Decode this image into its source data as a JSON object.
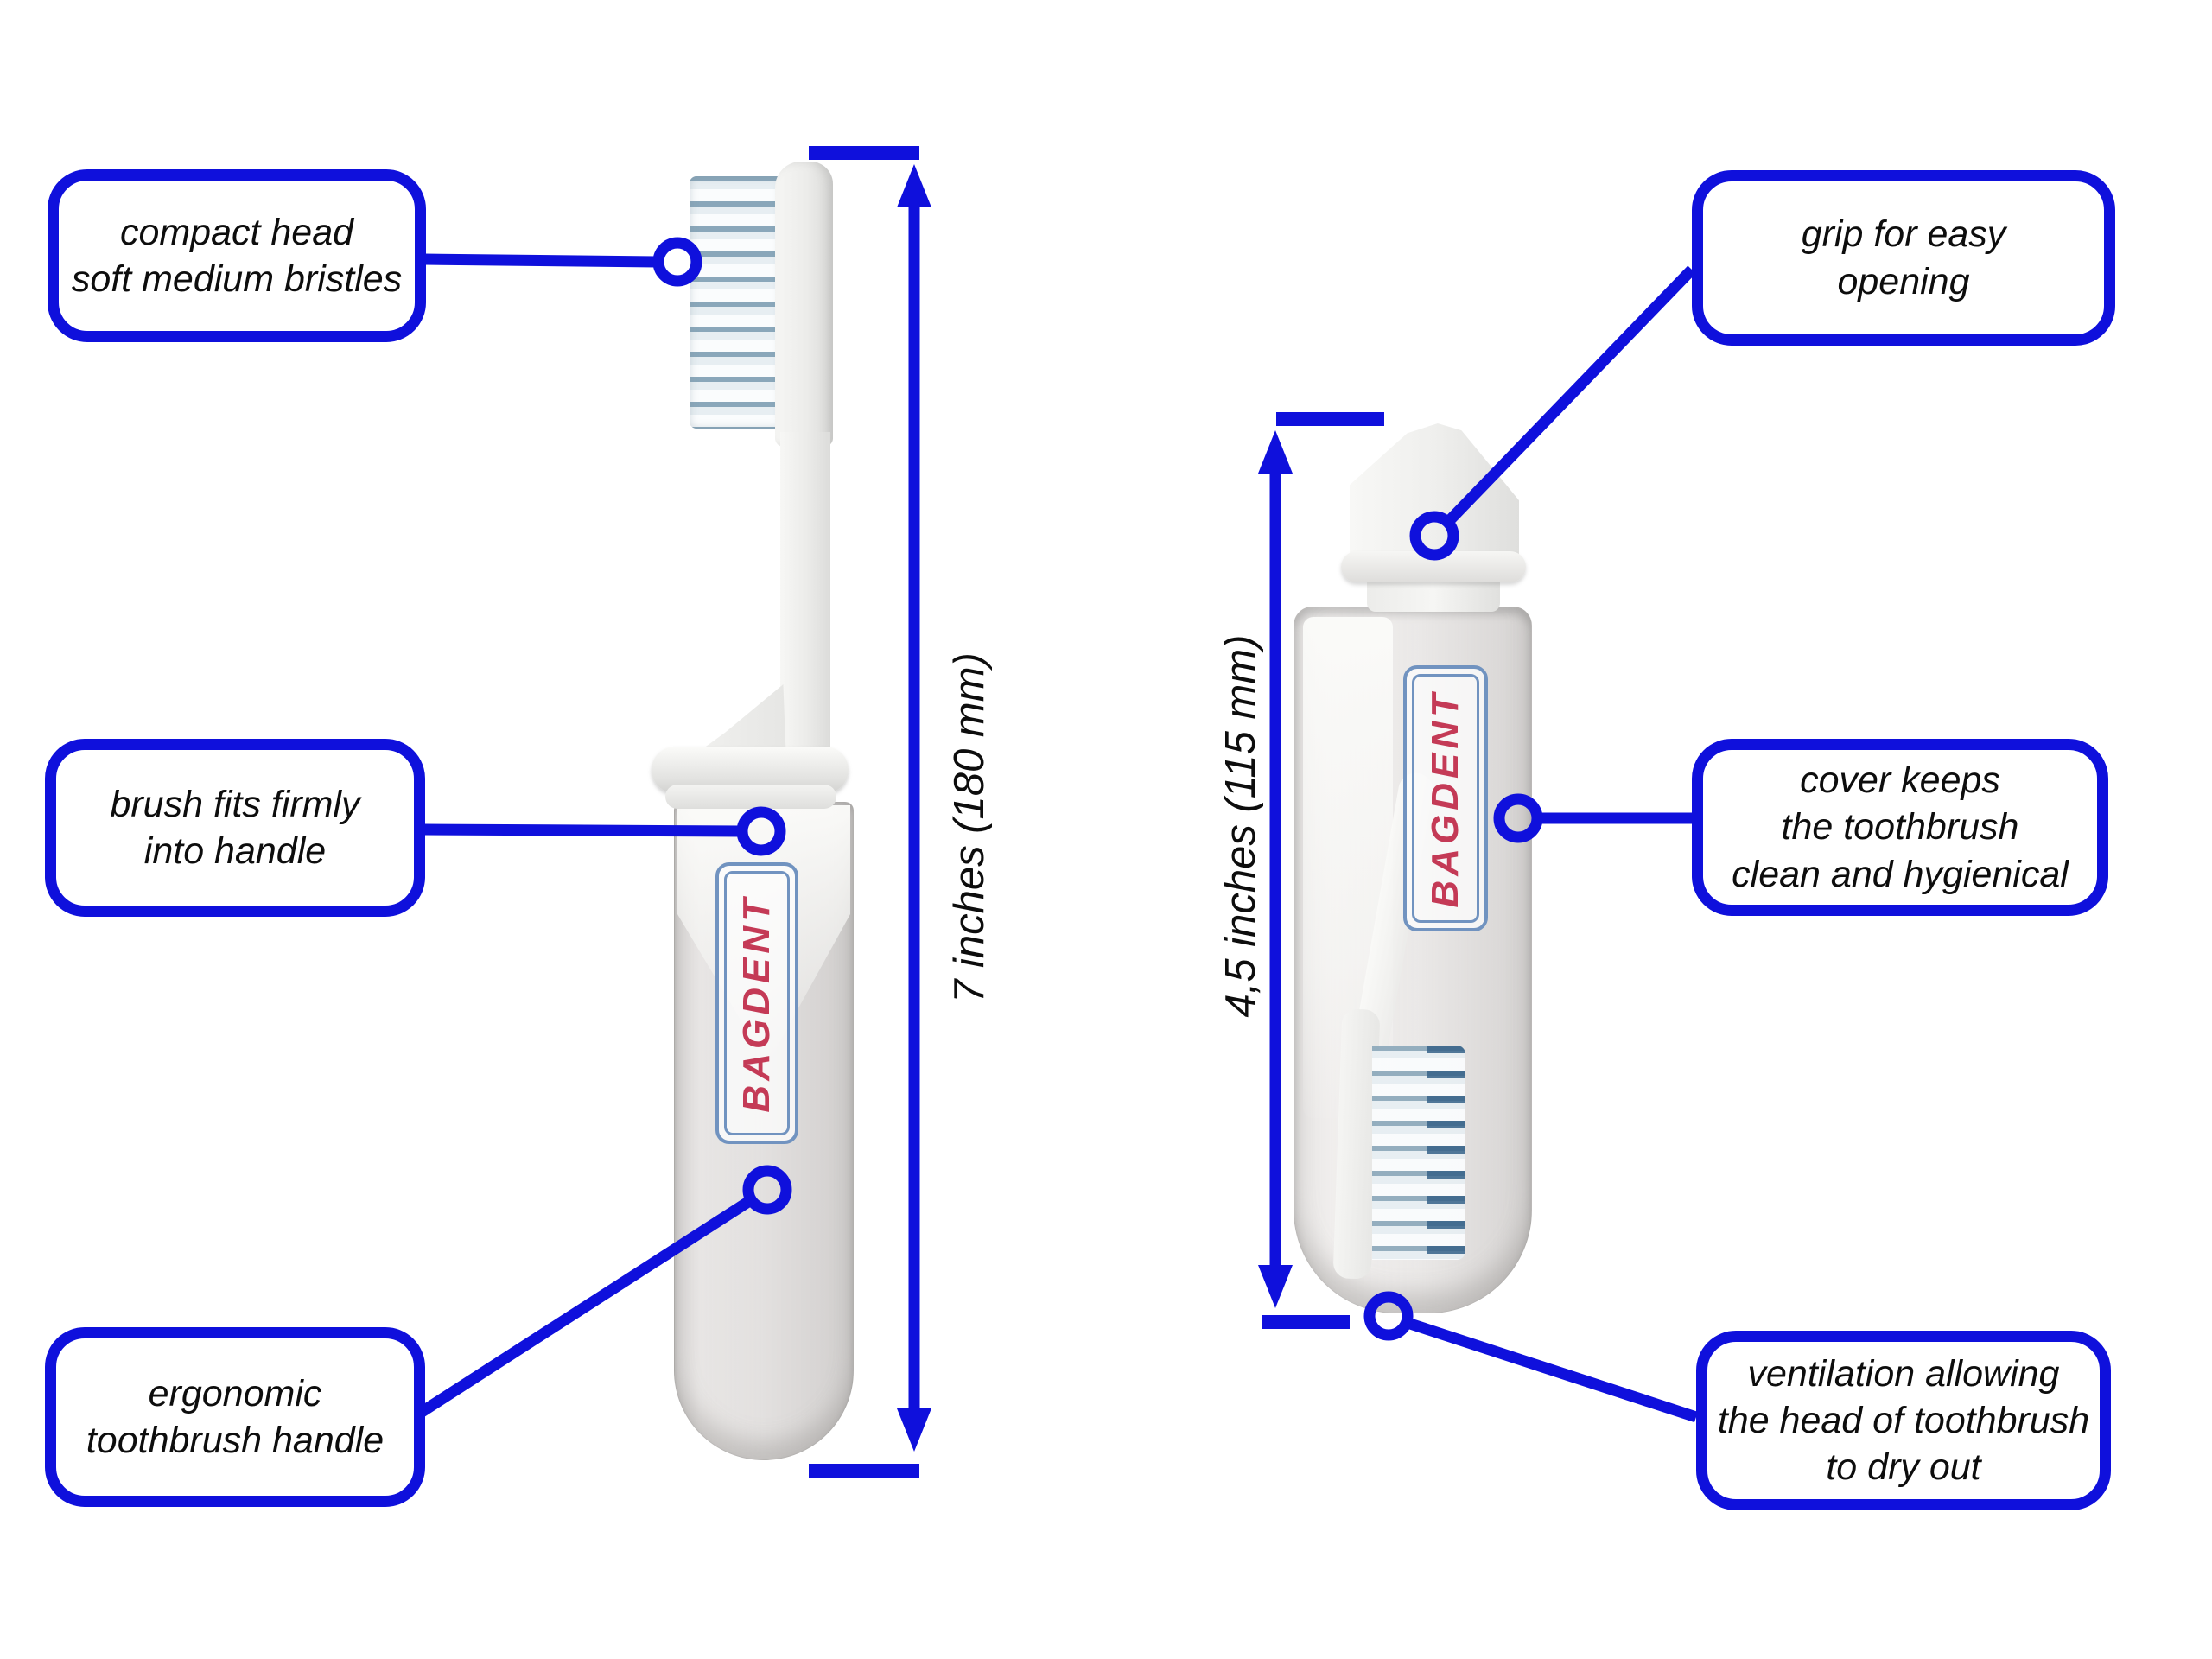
{
  "figure": {
    "brand": "BAGDENT",
    "accent_blue": "#0f10dc",
    "brand_red": "#c43a56",
    "brand_frame_blue": "#7193c0"
  },
  "left_view": {
    "name": "open toothbrush",
    "callouts": [
      {
        "id": "compact-head",
        "text": "compact head\nsoft medium bristles"
      },
      {
        "id": "brush-fits",
        "text": "brush fits firmly\ninto handle"
      },
      {
        "id": "ergonomic",
        "text": "ergonomic\ntoothbrush handle"
      }
    ],
    "dimension": "7 inches (180 mm)"
  },
  "right_view": {
    "name": "folded toothbrush",
    "callouts": [
      {
        "id": "grip",
        "text": "grip for easy\nopening"
      },
      {
        "id": "cover",
        "text": "cover keeps\nthe toothbrush\nclean and hygienical"
      },
      {
        "id": "ventilation",
        "text": "ventilation allowing\nthe head of toothbrush\nto dry out"
      }
    ],
    "dimension": "4,5 inches (115 mm)"
  }
}
